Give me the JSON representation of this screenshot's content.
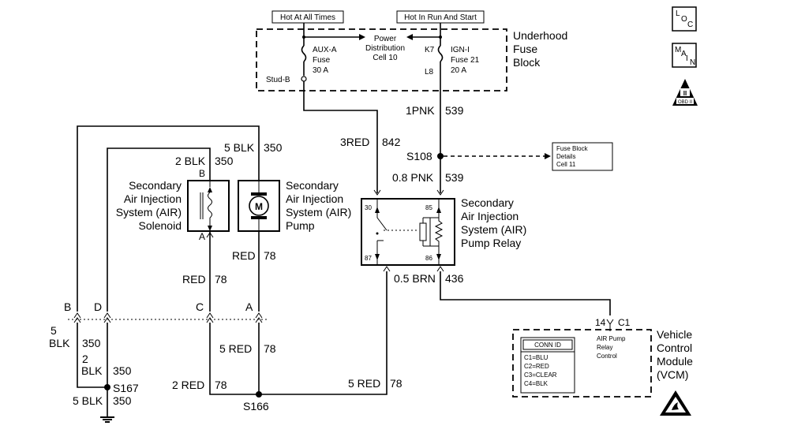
{
  "power_sources": {
    "hot_at_all_times": "Hot At All Times",
    "hot_in_run_and_start": "Hot In Run And Start"
  },
  "underhood_fuse_block": {
    "title_line1": "Underhood",
    "title_line2": "Fuse",
    "title_line3": "Block",
    "power_dist_line1": "Power",
    "power_dist_line2": "Distribution",
    "power_dist_line3": "Cell 10",
    "aux_fuse_name": "AUX-A",
    "aux_fuse_word": "Fuse",
    "aux_fuse_rating": "30 A",
    "stud": "Stud-B",
    "ign_fuse_pin": "K7",
    "ign_fuse_name": "IGN-I",
    "ign_fuse_number": "Fuse 21",
    "ign_fuse_rating": "20 A",
    "ign_fuse_out_pin": "L8"
  },
  "wires": {
    "pnk_1": "1PNK",
    "pnk_1_circuit": "539",
    "red_3": "3RED",
    "red_3_circuit": "842",
    "splice_s108": "S108",
    "pnk_08": "0.8 PNK",
    "pnk_08_circuit": "539",
    "blk_5_top": "5 BLK",
    "blk_5_top_circuit": "350",
    "blk_2_top": "2 BLK",
    "blk_2_top_circuit": "350",
    "red_pump": "RED",
    "red_pump_circuit": "78",
    "red_solenoid": "RED",
    "red_solenoid_circuit": "78",
    "brn_05": "0.5 BRN",
    "brn_05_circuit": "436",
    "blk_5_mid_a": "5",
    "blk_5_mid_b": "BLK",
    "blk_5_mid_circuit": "350",
    "blk_2_mid_a": "2",
    "blk_2_mid_b": "BLK",
    "blk_2_mid_circuit": "350",
    "red_5_mid": "5 RED",
    "red_5_mid_circuit": "78",
    "red_2_bot": "2 RED",
    "red_2_bot_circuit": "78",
    "red_5_bot": "5 RED",
    "red_5_bot_circuit": "78",
    "blk_5_bot": "5 BLK",
    "blk_5_bot_circuit": "350",
    "splice_s167": "S167",
    "splice_s166": "S166"
  },
  "fuse_block_details": {
    "line1": "Fuse Block",
    "line2": "Details",
    "line3": "Cell 11"
  },
  "solenoid": {
    "line1": "Secondary",
    "line2": "Air Injection",
    "line3": "System (AIR)",
    "line4": "Solenoid",
    "pin_b": "B",
    "pin_a": "A"
  },
  "pump": {
    "line1": "Secondary",
    "line2": "Air Injection",
    "line3": "System (AIR)",
    "line4": "Pump",
    "motor_letter": "M"
  },
  "relay": {
    "line1": "Secondary",
    "line2": "Air Injection",
    "line3": "System (AIR)",
    "line4": "Pump Relay",
    "pin_30": "30",
    "pin_85": "85",
    "pin_87": "87",
    "pin_86": "86"
  },
  "connectors": {
    "b": "B",
    "d": "D",
    "c": "C",
    "a": "A"
  },
  "vcm": {
    "title_line1": "Vehicle",
    "title_line2": "Control",
    "title_line3": "Module",
    "title_line4": "(VCM)",
    "pin_number": "14",
    "pin_connector": "C1",
    "function_line1": "AIR Pump",
    "function_line2": "Relay",
    "function_line3": "Control",
    "conn_id_title": "CONN ID",
    "conn_ids": [
      "C1=BLU",
      "C2=RED",
      "C3=CLEAR",
      "C4=BLK"
    ]
  },
  "legend_icons": {
    "loc_l": "L",
    "loc_o": "O",
    "loc_c": "C",
    "main_m": "M",
    "main_a": "A",
    "main_i": "I",
    "main_n": "N",
    "obd_numeral": "II",
    "obd_text": "OBD II"
  }
}
